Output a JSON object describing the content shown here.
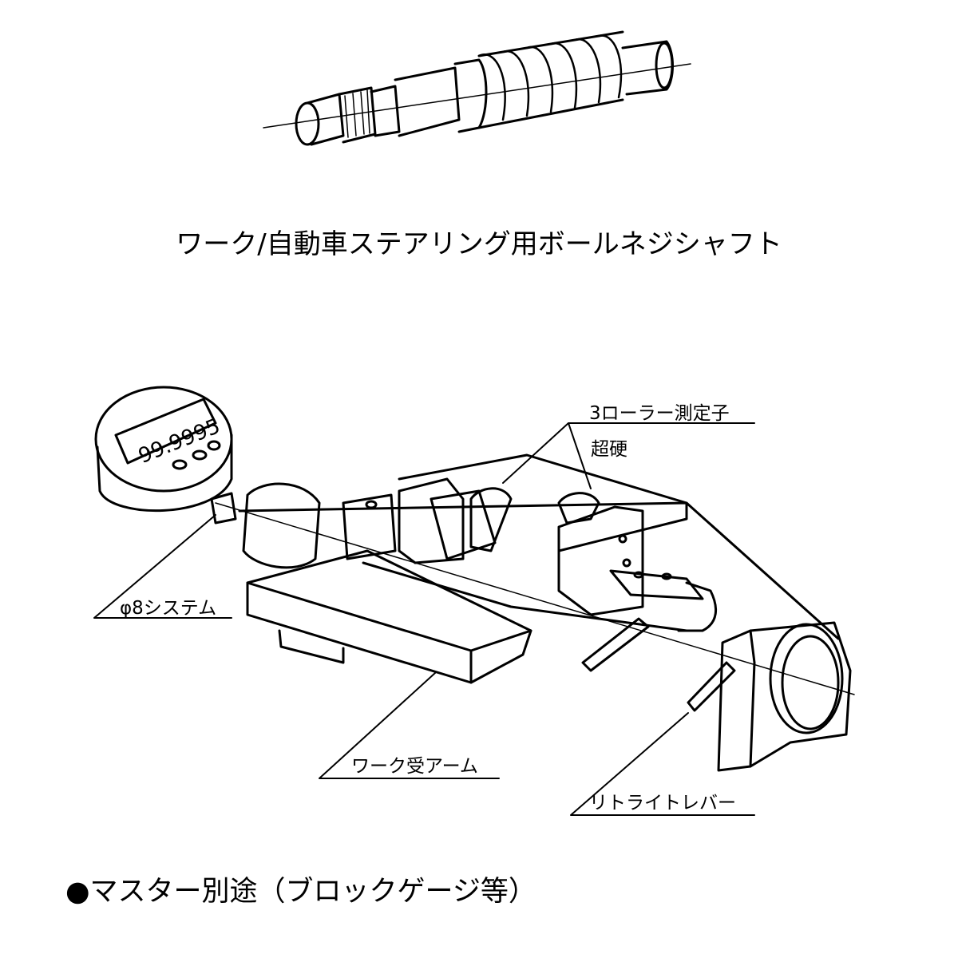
{
  "title": "ワーク/自動車ステアリング用ボールネジシャフト",
  "labels": {
    "roller": "3ローラー測定子",
    "carbide": "超硬",
    "system": "φ8システム",
    "arm": "ワーク受アーム",
    "lever": "リトライトレバー"
  },
  "indicator_display": "99.9995",
  "note": "●マスター別途（ブロックゲージ等）"
}
